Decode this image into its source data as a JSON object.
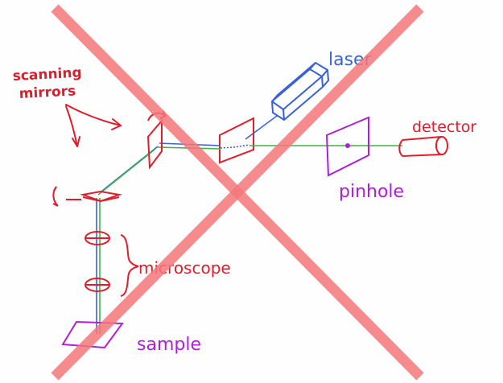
{
  "labels": {
    "laser": "laser",
    "detector": "detector",
    "scanning_mirrors_line1": "scanning",
    "scanning_mirrors_line2": "mirrors",
    "pinhole": "pinhole",
    "microscope": "microscope",
    "sample": "sample"
  },
  "colors": {
    "cross_out": "#f4777a",
    "red_ink": "#e11d2b",
    "blue_ink": "#3a62d6",
    "purple_ink": "#b01ed8",
    "green_beam": "#3fb24a",
    "paper": "#fefefe"
  },
  "overlay": {
    "crossed_out": true
  }
}
